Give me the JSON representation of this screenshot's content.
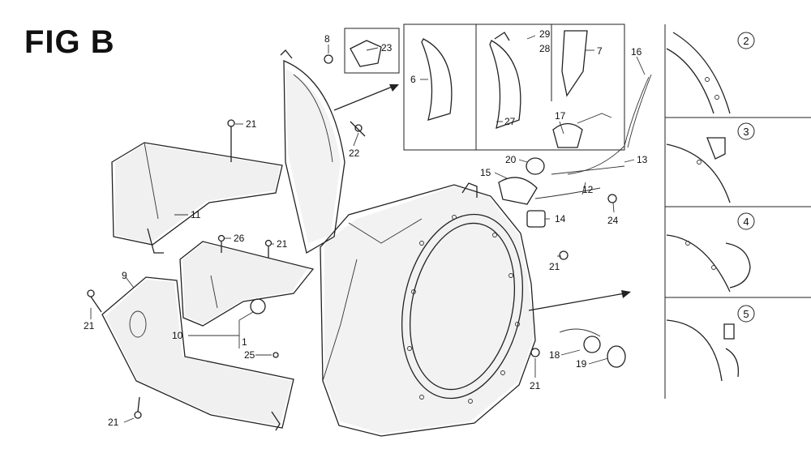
{
  "figure": {
    "title": "FIG B",
    "callouts": [
      "21",
      "8",
      "23",
      "6",
      "27",
      "29",
      "28",
      "7",
      "16",
      "22",
      "11",
      "17",
      "20",
      "13",
      "15",
      "12",
      "14",
      "24",
      "26",
      "9",
      "10",
      "1",
      "25",
      "18",
      "19"
    ],
    "detail_panels": [
      "2",
      "3",
      "4",
      "5"
    ]
  },
  "colors": {
    "ink": "#222222",
    "paper": "#ffffff",
    "shade": "#d9d9d9"
  }
}
